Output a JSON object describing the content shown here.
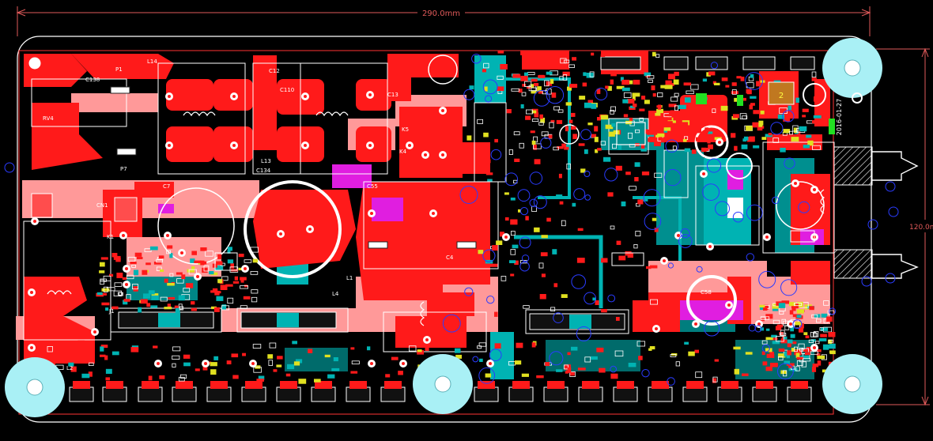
{
  "dimensions": {
    "width_label": "290.0mm",
    "height_label": "120.0mm"
  },
  "reference_designators": [
    "L14",
    "L13",
    "L1",
    "L2",
    "L4",
    "C134",
    "C110",
    "C12",
    "C13",
    "C138",
    "C58",
    "C55",
    "C4",
    "K1",
    "K4",
    "K5",
    "CN1",
    "RV4",
    "P1",
    "P7",
    "C7",
    "J1"
  ],
  "component_marks": [
    "2"
  ],
  "board_stamp": "2016-01-27",
  "colors": {
    "background": "#000000",
    "copper_top": "#ff1a1a",
    "copper_pour": "#ff4d4d",
    "silk_pink": "#ff9999",
    "copper_bottom": "#00b3b3",
    "mounting_hole": "#a9f0f5",
    "outline": "#ffffff",
    "dimension": "#e05a5a",
    "via_ring": "#2a3cff",
    "magenta_layer": "#e01ee0",
    "highlight_green": "#22e022",
    "yellow_pad": "#e0e020"
  },
  "icons": [
    "mounting-hole-icon",
    "connector-arrow-icon",
    "inductor-coil-icon",
    "via-icon"
  ]
}
